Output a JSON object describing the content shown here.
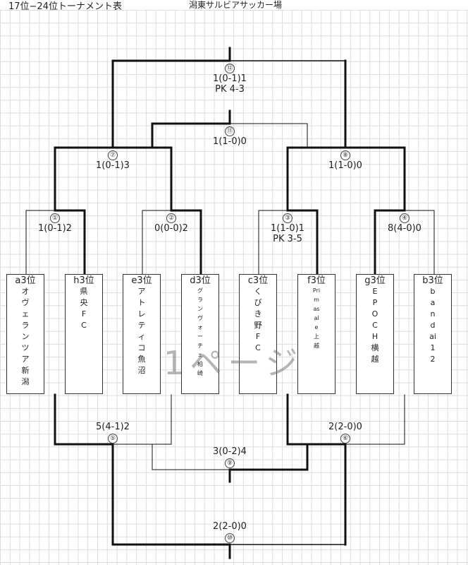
{
  "header": {
    "title": "17位−24位トーナメント表",
    "venue": "潟東サルビアサッカー場"
  },
  "watermark": "1ページ",
  "matches": [
    {
      "no": "①",
      "score": "1(0-1)2",
      "pk": ""
    },
    {
      "no": "②",
      "score": "0(0-0)2",
      "pk": ""
    },
    {
      "no": "③",
      "score": "1(1-0)1",
      "pk": "PK 3-5"
    },
    {
      "no": "④",
      "score": "8(4-0)0",
      "pk": ""
    },
    {
      "no": "⑤",
      "score": "5(4-1)2",
      "pk": ""
    },
    {
      "no": "⑥",
      "score": "2(2-0)0",
      "pk": ""
    },
    {
      "no": "⑦",
      "score": "1(0-1)3",
      "pk": ""
    },
    {
      "no": "⑧",
      "score": "1(1-0)0",
      "pk": ""
    },
    {
      "no": "⑨",
      "score": "3(0-2)4",
      "pk": ""
    },
    {
      "no": "⑩",
      "score": "2(2-0)0",
      "pk": ""
    },
    {
      "no": "⑪",
      "score": "1(1-0)0",
      "pk": ""
    },
    {
      "no": "⑫",
      "score": "1(0-1)1",
      "pk": "PK 4-3"
    }
  ],
  "teams": [
    {
      "rank": "a3位",
      "name": "オヴェランツア新潟"
    },
    {
      "rank": "h3位",
      "name": "県央FC"
    },
    {
      "rank": "e3位",
      "name": "アトレティコ魚沼"
    },
    {
      "rank": "d3位",
      "name": "グランヴォーチェ柏崎"
    },
    {
      "rank": "c3位",
      "name": "くびき野FC"
    },
    {
      "rank": "f3位",
      "name": "Primasale上越"
    },
    {
      "rank": "g3位",
      "name": "EPOCH横越"
    },
    {
      "rank": "b3位",
      "name": "bandai12"
    }
  ]
}
